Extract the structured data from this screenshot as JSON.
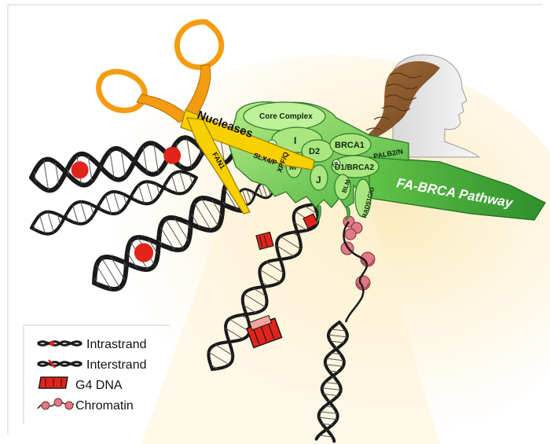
{
  "colors": {
    "scissors": "#f39c12",
    "blade": "#f7d000",
    "complex_green": "#3fae3a",
    "complex_light": "#a8e07e",
    "dna_dark": "#1a1a1a",
    "lesion_red": "#e2231a",
    "glow": "#fdf4d8",
    "hair": "#8b5a2b",
    "skin": "#e9e9e9"
  },
  "nucleases": {
    "title": "Nucleases",
    "labels": [
      "SLX4/P",
      "XPF/Q",
      "FAN1"
    ]
  },
  "complex": {
    "core": "Core Complex",
    "small_labels": [
      "UD",
      "UB"
    ],
    "subunits": [
      "I",
      "D2",
      "M",
      "J",
      "BRCA1",
      "D1/BRCA2",
      "PALB2/N",
      "BLM",
      "RAD51C/O"
    ]
  },
  "pathway_label": "FA-BRCA Pathway",
  "legend": {
    "items": [
      {
        "label": "Intrastrand",
        "icon": "intrastrand-icon"
      },
      {
        "label": "Interstrand",
        "icon": "interstrand-icon"
      },
      {
        "label": "G4 DNA",
        "icon": "g4-dna-icon"
      },
      {
        "label": "Chromatin",
        "icon": "chromatin-icon"
      }
    ]
  }
}
